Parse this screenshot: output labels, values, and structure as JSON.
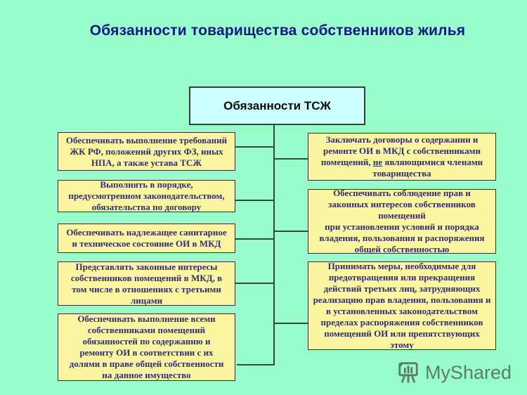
{
  "title": "Обязанности товарищества собственников жилья",
  "root_box": {
    "label": "Обязанности ТСЖ"
  },
  "left_boxes": [
    {
      "text": "Обеспечивать выполнение требований\nЖК РФ, положений других ФЗ, иных\nНПА, а также устава ТСЖ"
    },
    {
      "text": "Выполнять в порядке,\nпредусмотренном законодательством,\nобязательства по договору"
    },
    {
      "text": "Обеспечивать надлежащее санитарное\nи техническое состояние ОИ в МКД"
    },
    {
      "text": "Представлять законные интересы\nсобственников помещений в МКД, в\nтом числе в отношениях с третьими\nлицами"
    },
    {
      "text": "Обеспечивать выполнение всеми\nсобственниками помещений\nобязанностей по содержанию и\nремонту ОИ в соответствии с их\nдолями в праве общей собственности\nна данное имущество"
    }
  ],
  "right_boxes": [
    {
      "text_before": "Заключать договоры о содержании и ремонте ОИ в МКД с собственниками помещений, ",
      "underlined": "не",
      "text_after": " являющимися членами товарищества"
    },
    {
      "text": "Обеспечивать соблюдение прав и\nзаконных интересов собственников\nпомещений\nпри установлении условий и порядка\nвладения, пользования и распоряжения\nобщей собственностью"
    },
    {
      "text": "Принимать меры, необходимые для\nпредотвращения или прекращения\nдействий третьих лиц, затрудняющих\nреализацию прав владения, пользования и\nв установленных законодательством\nпределах распоряжения собственников\nпомещений ОИ или препятствующих\nэтому"
    }
  ],
  "watermark": {
    "label": "MyShared"
  },
  "colors": {
    "background": "#98fccb",
    "root_box_fill": "#ccffff",
    "node_fill": "#fbf5a0",
    "node_border": "#2f2f2f",
    "node_text": "#2e2e78",
    "title_text": "#15158a",
    "connector": "#2e4a40",
    "watermark_text": "#4b5d54"
  }
}
